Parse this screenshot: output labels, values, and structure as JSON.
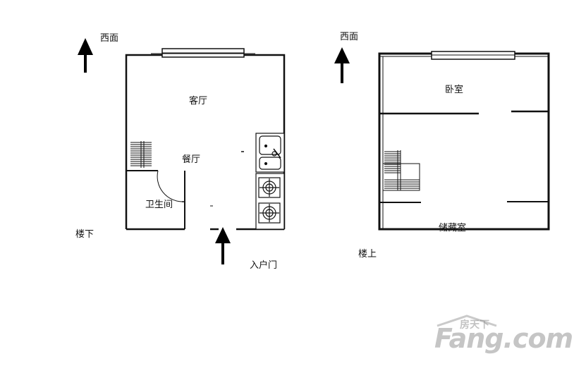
{
  "downstairs": {
    "compass": "西面",
    "rooms": {
      "living_room": "客厅",
      "dining_room": "餐厅",
      "bathroom": "卫生间"
    },
    "entrance": "入户门",
    "floor_label": "楼下"
  },
  "upstairs": {
    "compass": "西面",
    "rooms": {
      "bedroom": "卧室",
      "storage_room": "储藏室"
    },
    "floor_label": "楼上"
  },
  "watermark": {
    "chinese": "房天下",
    "latin": "Fang.com"
  },
  "icons": {
    "north_arrow": "arrow-up-icon",
    "stove": "gas-burner-icon",
    "sink": "double-sink-icon"
  }
}
